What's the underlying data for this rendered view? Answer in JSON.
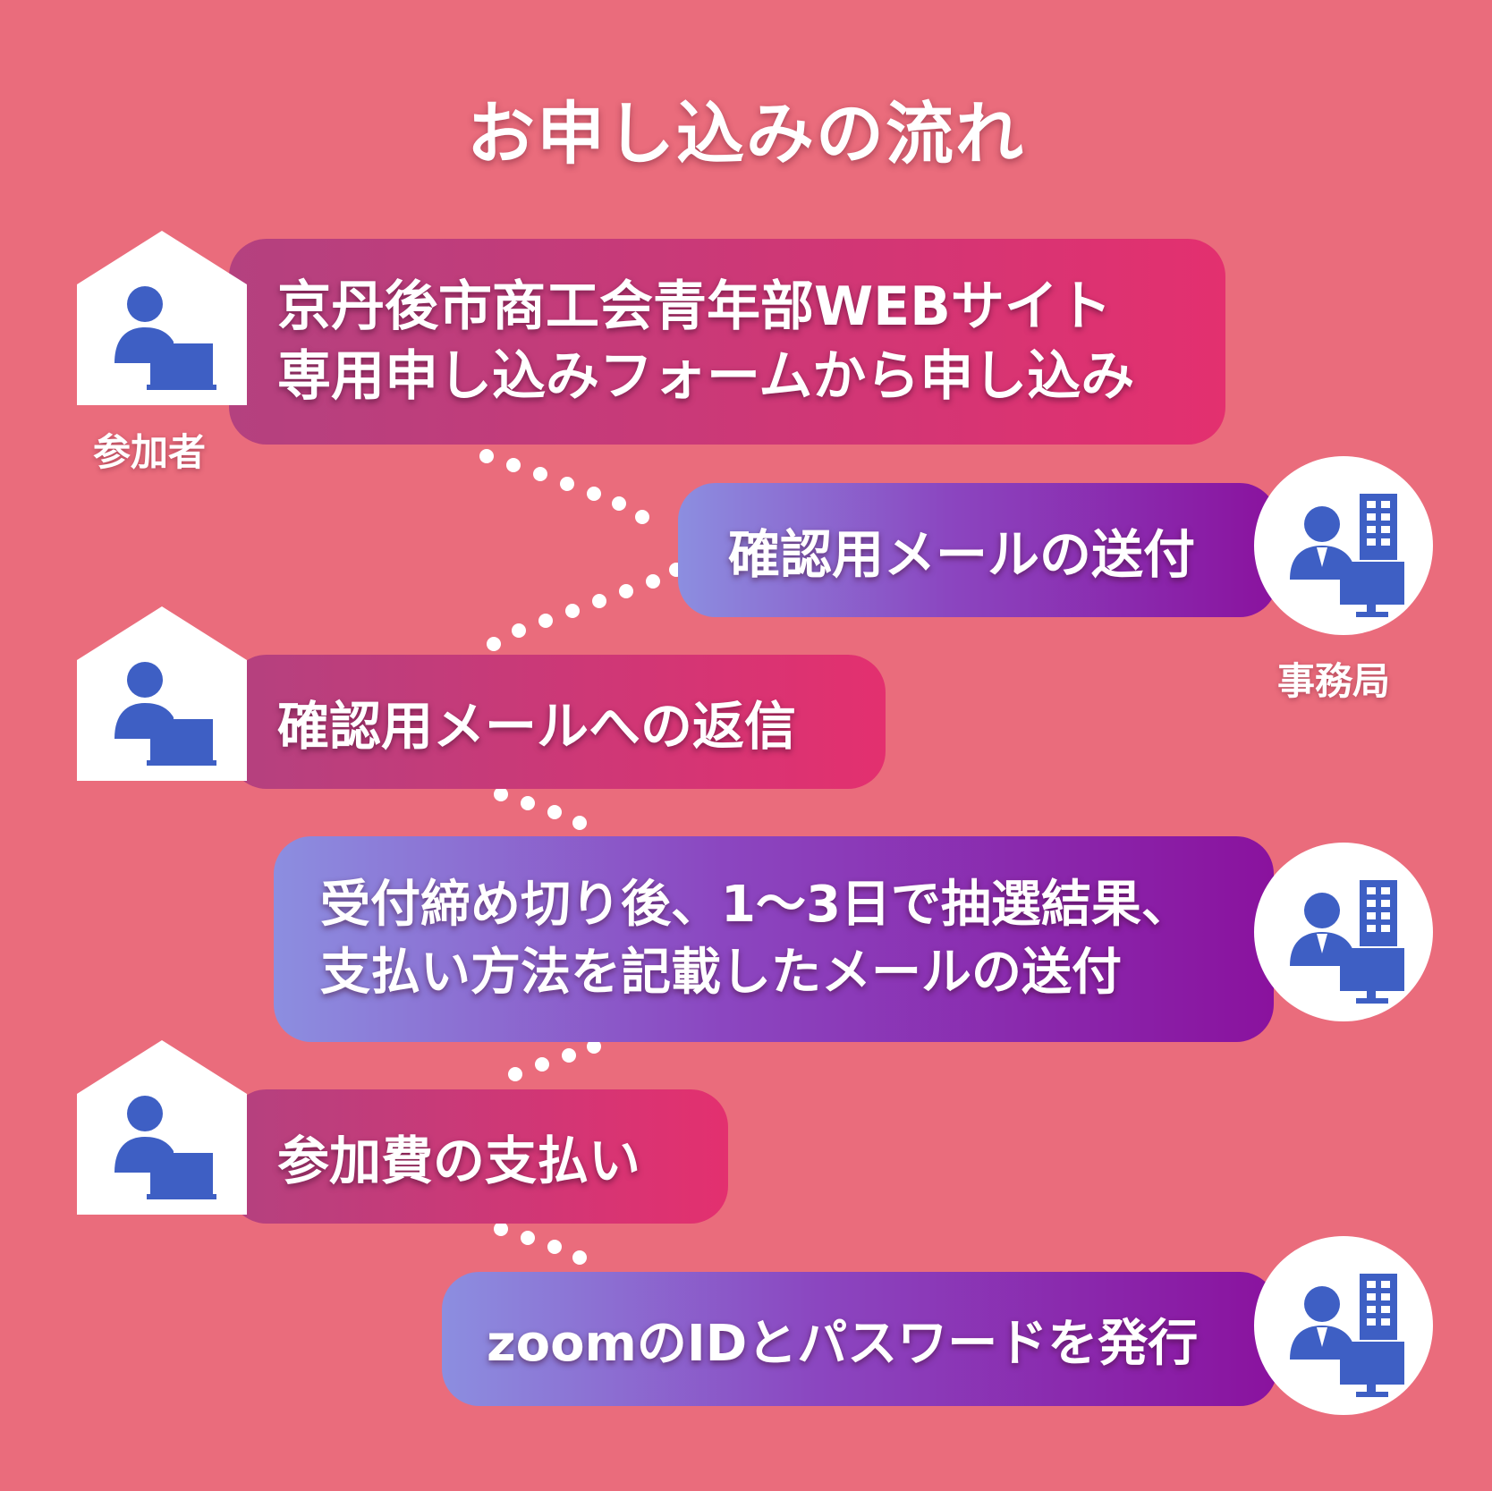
{
  "title": "お申し込みの流れ",
  "roles": {
    "participant": "参加者",
    "office": "事務局"
  },
  "steps": [
    {
      "actor": "participant",
      "text": "京丹後市商工会青年部WEBサイト\n専用申し込みフォームから申し込み"
    },
    {
      "actor": "office",
      "text": "確認用メールの送付"
    },
    {
      "actor": "participant",
      "text": "確認用メールへの返信"
    },
    {
      "actor": "office",
      "text": "受付締め切り後、1～3日で抽選結果、\n支払い方法を記載したメールの送付"
    },
    {
      "actor": "participant",
      "text": "参加費の支払い"
    },
    {
      "actor": "office",
      "text": "zoomのIDとパスワードを発行"
    }
  ],
  "icons": {
    "participant": "house-person-laptop-icon",
    "office": "staff-building-monitor-icon"
  },
  "colors": {
    "background": "#ea6c7c",
    "participant_gradient": [
      "#b4417f",
      "#e3306f"
    ],
    "office_gradient": [
      "#8c8ee0",
      "#8a129e"
    ],
    "icon_blue": "#3e5fc4"
  }
}
